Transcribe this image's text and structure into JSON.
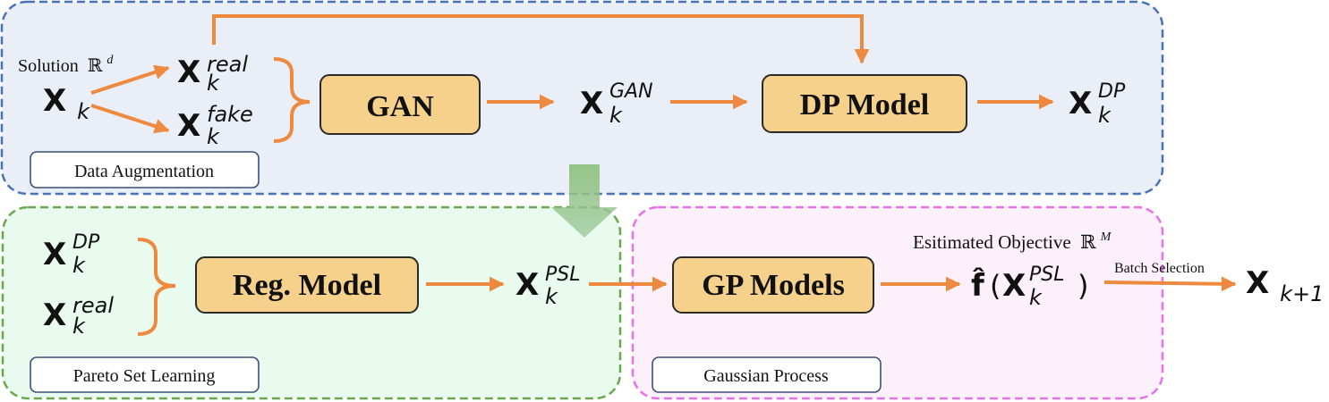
{
  "colors": {
    "top_panel_fill": "#e9eef7",
    "top_panel_border": "#4a72b8",
    "psl_panel_fill": "#e8fbee",
    "psl_panel_border": "#6aa84f",
    "gp_panel_fill": "#fcf0fb",
    "gp_panel_border": "#e870e8",
    "model_box_fill": "#f6d18c",
    "model_box_border": "#2a2a2a",
    "arrow": "#ed8a3f",
    "down_arrow": "#7fb069",
    "text": "#111111"
  },
  "panels": {
    "data_augmentation": {
      "label": "Data Augmentation"
    },
    "pareto_set_learning": {
      "label": "Pareto Set Learning"
    },
    "gaussian_process": {
      "label": "Gaussian Process"
    }
  },
  "models": {
    "gan": "GAN",
    "dp_model": "DP Model",
    "reg_model": "Reg. Model",
    "gp_models": "GP Models"
  },
  "labels": {
    "solution": "Solution",
    "solution_space": "ℝ",
    "solution_space_exp": "d",
    "estimated_objective": "Esitimated Objective",
    "objective_space": "ℝ",
    "objective_space_exp": "M",
    "batch_selection": "Batch Selection"
  },
  "symbols": {
    "x": "X",
    "k": "k",
    "real": "real",
    "fake": "fake",
    "gan": "GAN",
    "dp": "DP",
    "psl": "PSL",
    "k_plus_1": "k+1",
    "f_hat": "f̂",
    "open_paren": "(",
    "close_paren": ")"
  },
  "icons": [
    "flow-arrow-icon",
    "down-arrow-icon",
    "curly-brace-icon"
  ]
}
